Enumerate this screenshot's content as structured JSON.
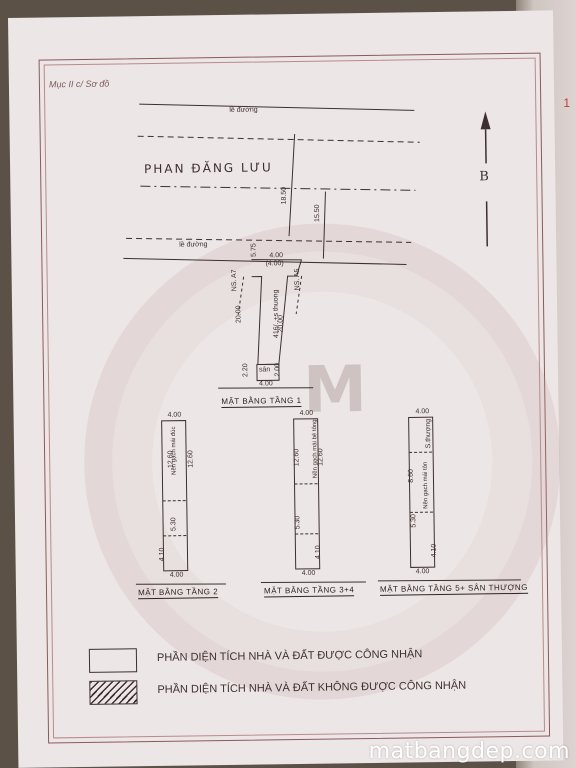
{
  "section_label": "Mục II c/ Sơ đồ",
  "north_letter": "B",
  "street": {
    "name": "PHAN ĐĂNG LƯU",
    "top_road_label": "lề đường",
    "lower_road_label": "lề đường"
  },
  "site_dims": {
    "d1": "18.50",
    "d2": "15.50",
    "d3": "5.75",
    "d4": "4.00",
    "d5": "(4.00)"
  },
  "floor1": {
    "title": "MẶT BẰNG TẦNG 1",
    "address": "416/..+s thuong",
    "left_neighbor": "NS. A7",
    "right_neighbor": "NS. A5",
    "len_left": "20.00",
    "len_right": "20.00",
    "yard_label": "sân",
    "rear_w": "4.00",
    "rear_h1": "2.20",
    "rear_h2": "2.00"
  },
  "floor2": {
    "title": "MẶT BẰNG TẦNG 2",
    "top_w": "4.00",
    "inner_label": "Nền gạch mái đúc",
    "dim_a": "12.60",
    "dim_b": "12.60",
    "dim_c": "5.30",
    "dim_d": "4.10",
    "bottom_w": "4.00"
  },
  "floor34": {
    "title": "MẶT BẰNG TẦNG 3+4",
    "top_w": "4.00",
    "inner_label": "Nền gạch mái bê tông",
    "dim_a": "12.60",
    "dim_b": "12.60",
    "dim_c": "5.30",
    "dim_d": "4.10",
    "bottom_w": "4.00"
  },
  "floor5": {
    "title": "MẶT BẰNG TẦNG 5+ SÂN THƯỢNG",
    "top_w": "4.00",
    "inner_label": "Nền gạch mái tôn",
    "roof_label": "S.thượng",
    "dim_a": "8.60",
    "dim_b": "5.30",
    "dim_c": "4.10",
    "bottom_w": "4.00"
  },
  "legend": {
    "recognized": "PHẦN DIỆN TÍCH NHÀ VÀ ĐẤT ĐƯỢC CÔNG NHẬN",
    "not_recognized": "PHẦN DIỆN TÍCH NHÀ VÀ ĐẤT KHÔNG ĐƯỢC CÔNG NHẬN"
  },
  "watermark_letter": "M",
  "site_watermark": "matbangdep.com"
}
